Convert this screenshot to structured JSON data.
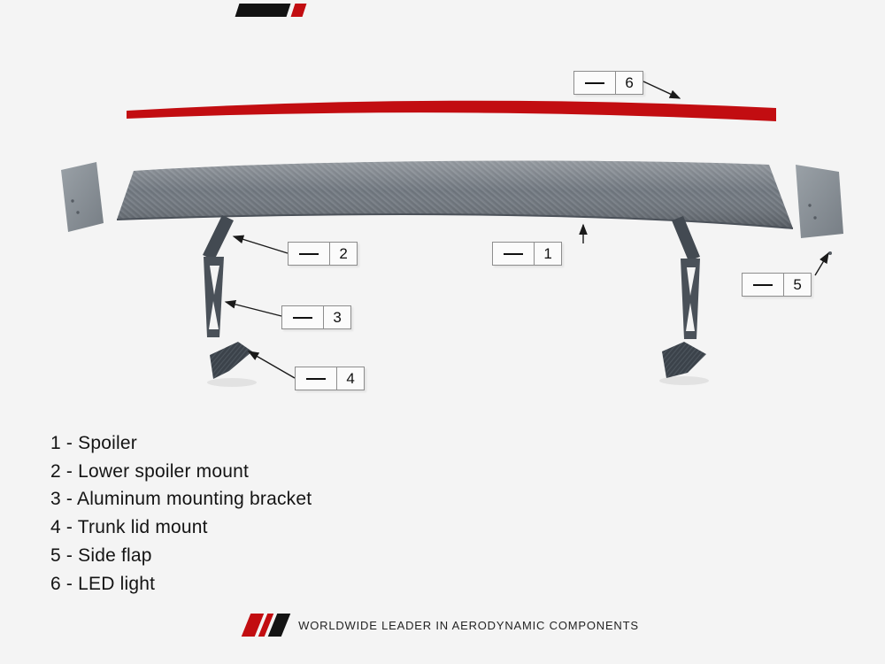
{
  "colors": {
    "background": "#f4f4f4",
    "accent_red": "#c20d11",
    "wing_carbon_gray": "#70777f",
    "bracket_gray": "#4a5159",
    "ink": "#101010"
  },
  "icons": {
    "top_logo": "brand-slash-mark-fragment",
    "footer_logo": "brand-slash-mark",
    "callout_dash": "leader-dash"
  },
  "callouts": {
    "spoiler": "1",
    "lower_spoiler_mount": "2",
    "aluminum_bracket": "3",
    "trunk_lid_mount": "4",
    "side_flap": "5",
    "led_light": "6"
  },
  "legend": {
    "items": [
      "1 - Spoiler",
      "2 - Lower spoiler mount",
      "3 - Aluminum mounting bracket",
      "4 - Trunk lid mount",
      "5 - Side flap",
      "6 - LED light"
    ]
  },
  "footer": {
    "tagline": "WORLDWIDE LEADER IN AERODYNAMIC COMPONENTS"
  }
}
